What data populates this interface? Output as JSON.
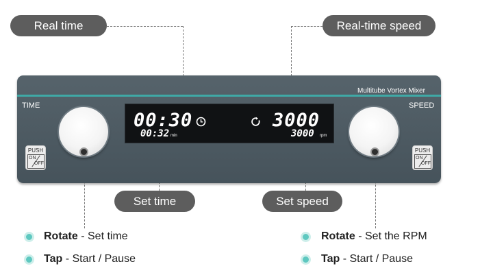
{
  "callouts": {
    "real_time": "Real time",
    "real_time_speed": "Real-time speed",
    "set_time": "Set time",
    "set_speed": "Set speed"
  },
  "device": {
    "model_name": "Multitube Vortex Mixer",
    "time_label": "TIME",
    "speed_label": "SPEED",
    "push_label": "PUSH",
    "on_label": "ON",
    "off_label": "OFF"
  },
  "display": {
    "real_time_value": "00:30",
    "real_speed_value": "3000",
    "set_time_value": "00:32",
    "set_time_unit": "min",
    "set_speed_value": "3000",
    "set_speed_unit": "rpm",
    "clock_icon": "clock-icon",
    "rotation_icon": "rotation-icon"
  },
  "legend": {
    "left": [
      {
        "action": "Rotate",
        "desc": " - Set time"
      },
      {
        "action": "Tap",
        "desc": " - Start / Pause"
      }
    ],
    "right": [
      {
        "action": "Rotate",
        "desc": " - Set the RPM"
      },
      {
        "action": "Tap",
        "desc": " - Start / Pause"
      }
    ]
  },
  "colors": {
    "panel": "#4e5b63",
    "accent_strip": "#3fa9a6",
    "callout_pill": "#5d5d5d",
    "bullet": "#5ec8c0"
  }
}
